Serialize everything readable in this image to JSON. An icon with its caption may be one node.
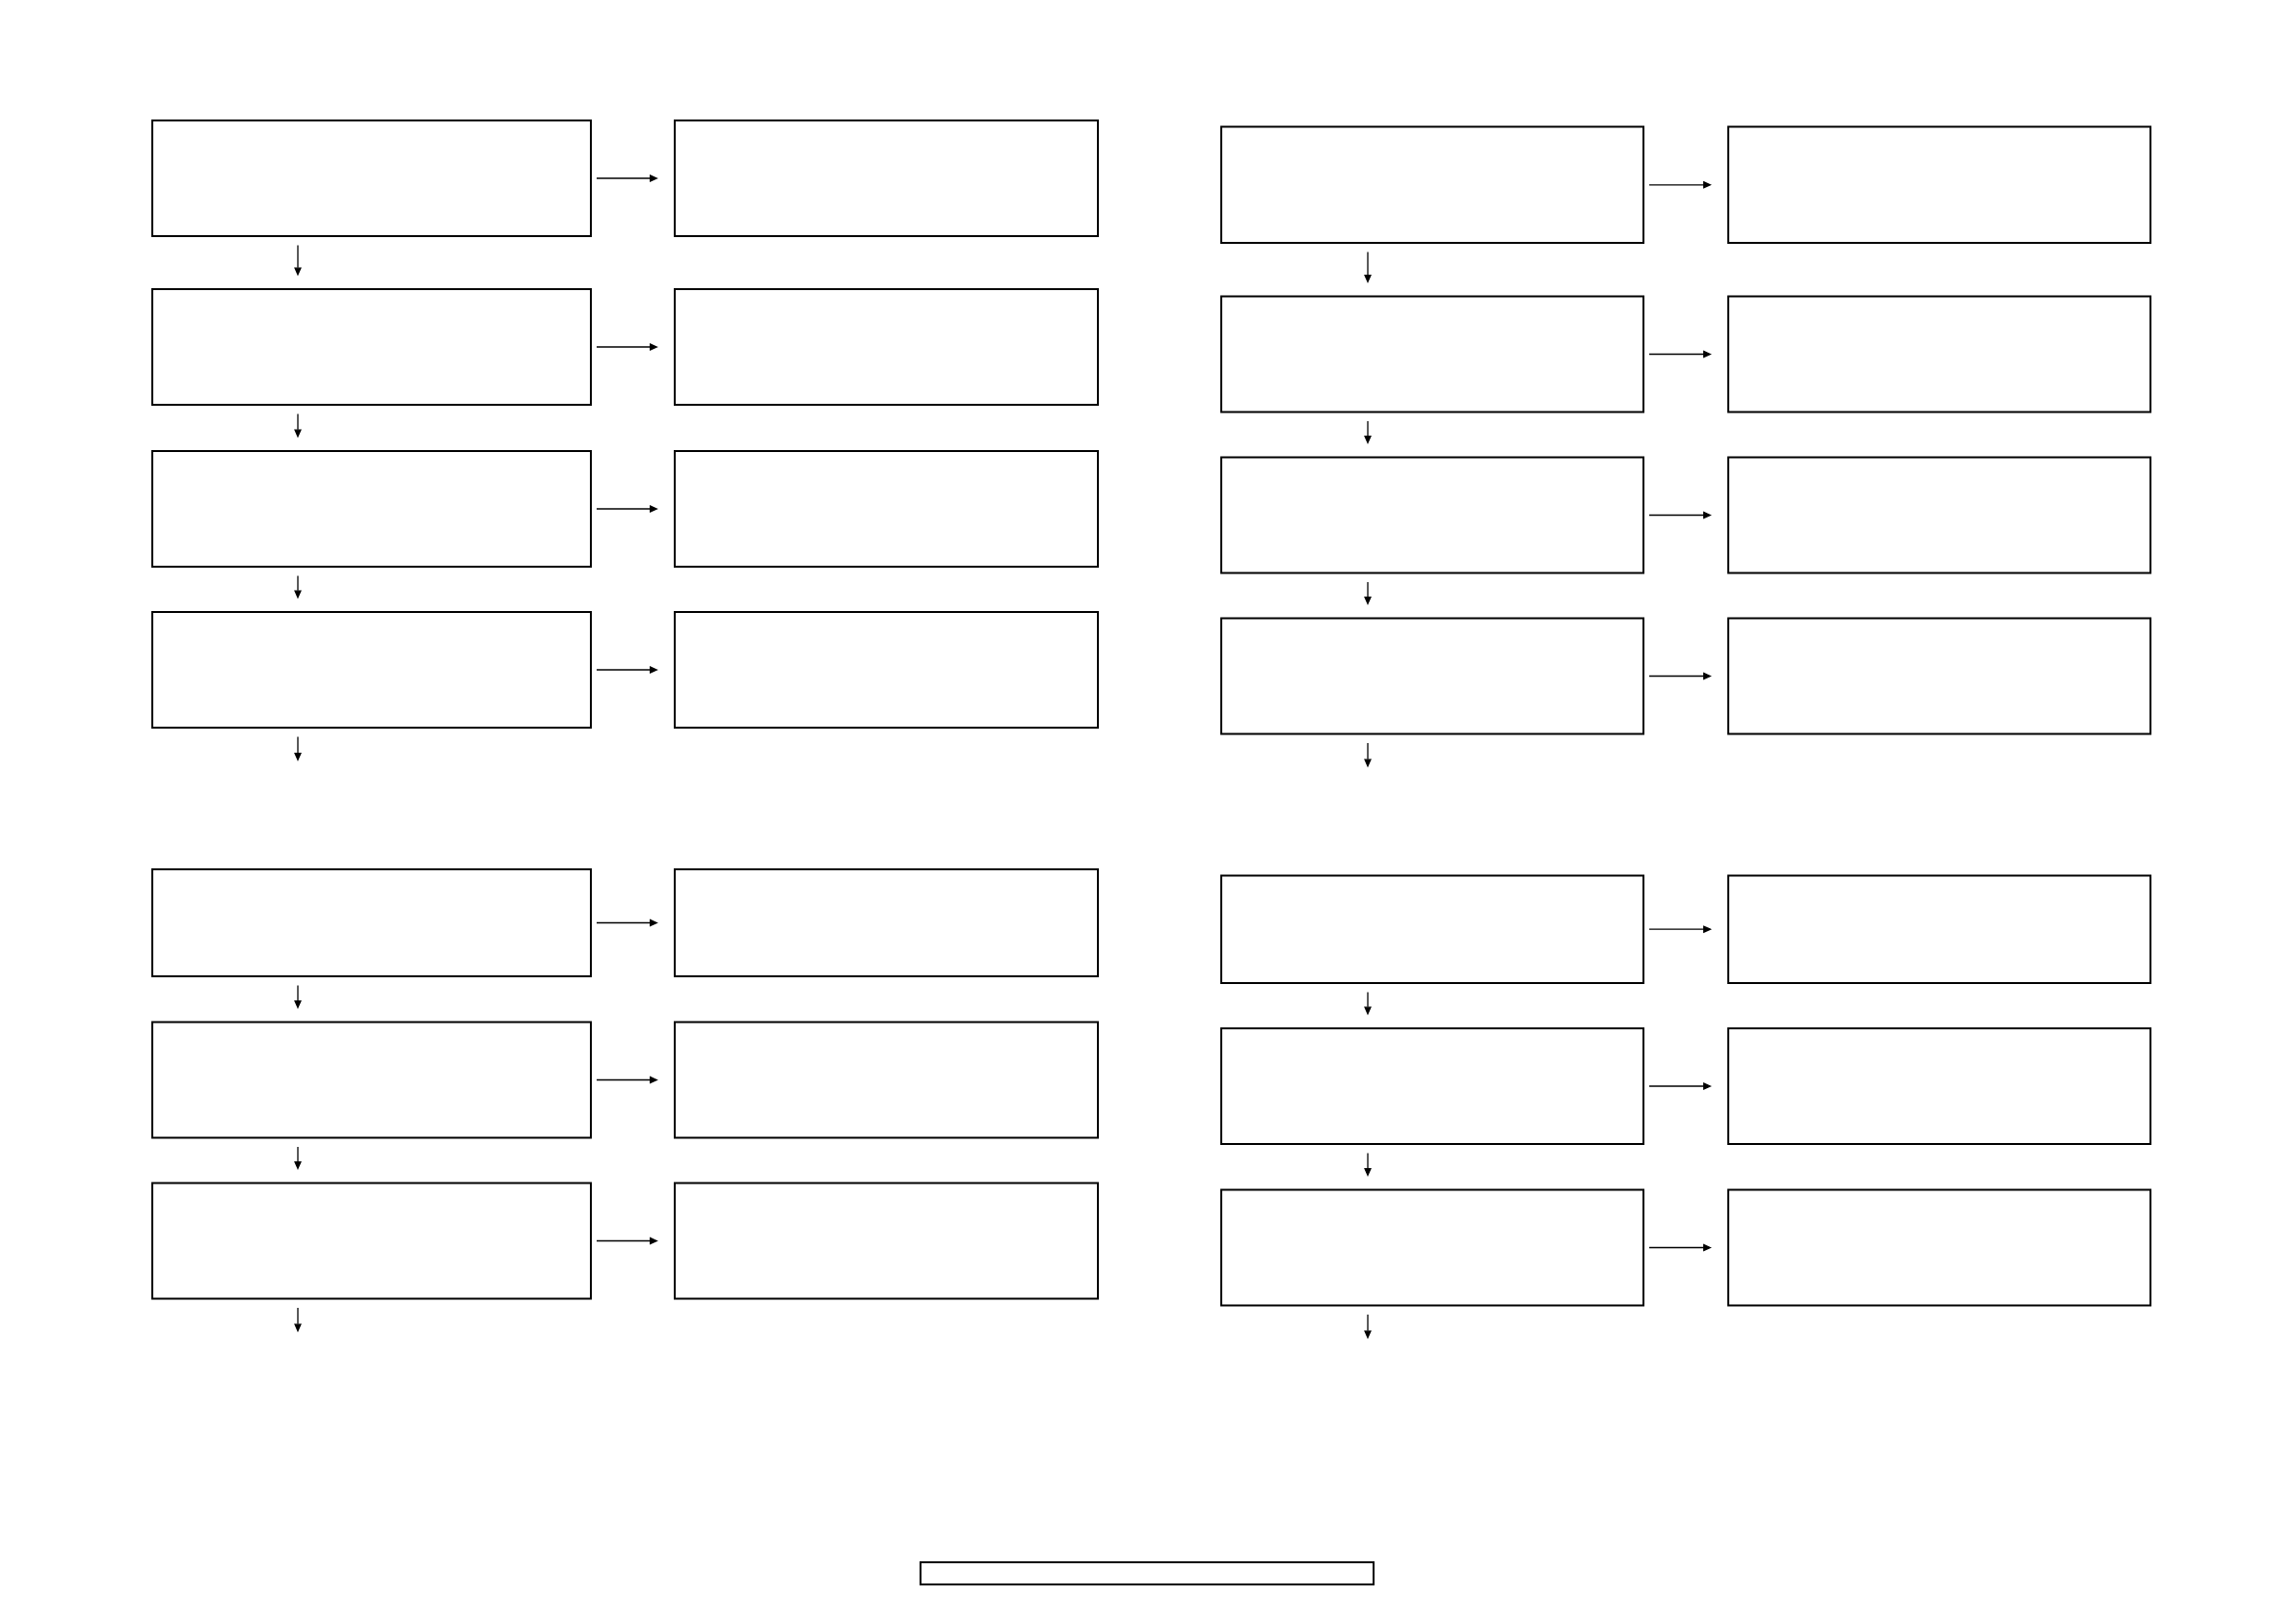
{
  "diagram": {
    "nodes": [
      {
        "text": [],
        "shape": "box"
      },
      {
        "text": [],
        "shape": "box"
      },
      {
        "text": [],
        "shape": "box"
      },
      {
        "text": [],
        "shape": "box"
      },
      {
        "text": [],
        "shape": "box"
      },
      {
        "text": [],
        "shape": "box"
      },
      {
        "text": [],
        "shape": "box"
      },
      {
        "text": [],
        "shape": "box"
      },
      {
        "text": [],
        "shape": "box"
      },
      {
        "text": [],
        "shape": "box"
      },
      {
        "text": [],
        "shape": "box"
      },
      {
        "text": [],
        "shape": "box"
      },
      {
        "text": [],
        "shape": "box"
      },
      {
        "text": [],
        "shape": "box"
      },
      {
        "text": [],
        "shape": "box"
      },
      {
        "text": [],
        "shape": "box"
      },
      {
        "text": [],
        "shape": "box"
      },
      {
        "text": [],
        "shape": "box"
      },
      {
        "text": [],
        "shape": "box"
      },
      {
        "text": [],
        "shape": "box"
      },
      {
        "text": [],
        "shape": "box"
      },
      {
        "text": [],
        "shape": "box"
      },
      {
        "text": [],
        "shape": "box"
      },
      {
        "text": [],
        "shape": "box"
      },
      {
        "text": [],
        "shape": "box"
      },
      {
        "text": [],
        "shape": "box"
      },
      {
        "text": [],
        "shape": "box"
      },
      {
        "text": [],
        "shape": "box"
      },
      {
        "text": [],
        "shape": "box"
      }
    ],
    "edges": [
      {
        "from": 0,
        "to": 1,
        "arrow": "to"
      },
      {
        "from": 0,
        "to": 2,
        "arrow": "to"
      },
      {
        "from": 2,
        "to": 3,
        "arrow": "to"
      },
      {
        "from": 2,
        "to": 4,
        "arrow": "to"
      },
      {
        "from": 4,
        "to": 5,
        "arrow": "to"
      },
      {
        "from": 4,
        "to": 6,
        "arrow": "to"
      },
      {
        "from": 6,
        "to": 7,
        "arrow": "to"
      },
      {
        "from": 6,
        "to": null,
        "arrow": "to"
      },
      {
        "from": 8,
        "to": 9,
        "arrow": "to"
      },
      {
        "from": 8,
        "to": 10,
        "arrow": "to"
      },
      {
        "from": 10,
        "to": 11,
        "arrow": "to"
      },
      {
        "from": 10,
        "to": 12,
        "arrow": "to"
      },
      {
        "from": 12,
        "to": 13,
        "arrow": "to"
      },
      {
        "from": 12,
        "to": 14,
        "arrow": "to"
      },
      {
        "from": 14,
        "to": 15,
        "arrow": "to"
      },
      {
        "from": 14,
        "to": null,
        "arrow": "to"
      },
      {
        "from": 16,
        "to": 17,
        "arrow": "to"
      },
      {
        "from": 16,
        "to": 18,
        "arrow": "to"
      },
      {
        "from": 18,
        "to": 19,
        "arrow": "to"
      },
      {
        "from": 18,
        "to": 20,
        "arrow": "to"
      },
      {
        "from": 20,
        "to": 21,
        "arrow": "to"
      },
      {
        "from": 20,
        "to": null,
        "arrow": "to"
      },
      {
        "from": 22,
        "to": 23,
        "arrow": "to"
      },
      {
        "from": 22,
        "to": 24,
        "arrow": "to"
      },
      {
        "from": 24,
        "to": 25,
        "arrow": "to"
      },
      {
        "from": 24,
        "to": 26,
        "arrow": "to"
      },
      {
        "from": 26,
        "to": 27,
        "arrow": "to"
      },
      {
        "from": 26,
        "to": null,
        "arrow": "to"
      }
    ]
  }
}
